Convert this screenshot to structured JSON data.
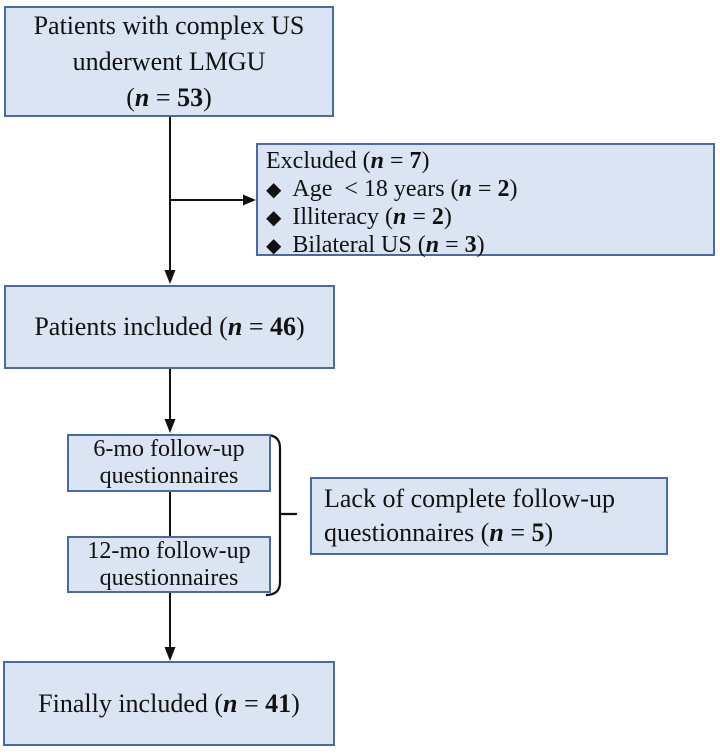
{
  "palette": {
    "box_fill": "#dbe4f2",
    "box_border": "#4a6aa5",
    "connector_color": "#111111",
    "background": "#ffffff"
  },
  "flowchart": {
    "top": {
      "lines": [
        [
          {
            "t": "Patients with complex US",
            "s": ""
          }
        ],
        [
          {
            "t": "underwent LMGU",
            "s": ""
          }
        ],
        [
          {
            "t": "(",
            "s": ""
          },
          {
            "t": "n",
            "s": "bi"
          },
          {
            "t": " = ",
            "s": ""
          },
          {
            "t": "53",
            "s": "b"
          },
          {
            "t": ")",
            "s": ""
          }
        ]
      ]
    },
    "excluded": {
      "header": [
        {
          "t": "Excluded (",
          "s": ""
        },
        {
          "t": "n",
          "s": "bi"
        },
        {
          "t": " = ",
          "s": ""
        },
        {
          "t": "7",
          "s": "b"
        },
        {
          "t": ")",
          "s": ""
        }
      ],
      "items": [
        {
          "bullet": "◆",
          "segments": [
            {
              "t": "Age  < 18 years (",
              "s": ""
            },
            {
              "t": "n",
              "s": "bi"
            },
            {
              "t": " = ",
              "s": ""
            },
            {
              "t": "2",
              "s": "b"
            },
            {
              "t": ")",
              "s": ""
            }
          ]
        },
        {
          "bullet": "◆",
          "segments": [
            {
              "t": "Illiteracy (",
              "s": ""
            },
            {
              "t": "n",
              "s": "bi"
            },
            {
              "t": " = ",
              "s": ""
            },
            {
              "t": "2",
              "s": "b"
            },
            {
              "t": ")",
              "s": ""
            }
          ]
        },
        {
          "bullet": "◆",
          "segments": [
            {
              "t": "Bilateral US (",
              "s": ""
            },
            {
              "t": "n",
              "s": "bi"
            },
            {
              "t": " = ",
              "s": ""
            },
            {
              "t": "3",
              "s": "b"
            },
            {
              "t": ")",
              "s": ""
            }
          ]
        }
      ]
    },
    "included": {
      "line": [
        {
          "t": "Patients included (",
          "s": ""
        },
        {
          "t": "n",
          "s": "bi"
        },
        {
          "t": " = ",
          "s": ""
        },
        {
          "t": "46",
          "s": "b"
        },
        {
          "t": ")",
          "s": ""
        }
      ]
    },
    "six_mo": {
      "lines": [
        [
          {
            "t": "6-mo follow-up",
            "s": ""
          }
        ],
        [
          {
            "t": "questionnaires",
            "s": ""
          }
        ]
      ]
    },
    "twelve_mo": {
      "lines": [
        [
          {
            "t": "12-mo follow-up",
            "s": ""
          }
        ],
        [
          {
            "t": "questionnaires",
            "s": ""
          }
        ]
      ]
    },
    "lack": {
      "lines": [
        [
          {
            "t": "Lack of complete follow-up",
            "s": ""
          }
        ],
        [
          {
            "t": "questionnaires (",
            "s": ""
          },
          {
            "t": "n",
            "s": "bi"
          },
          {
            "t": " = ",
            "s": ""
          },
          {
            "t": "5",
            "s": "b"
          },
          {
            "t": ")",
            "s": ""
          }
        ]
      ]
    },
    "final": {
      "line": [
        {
          "t": "Finally included (",
          "s": ""
        },
        {
          "t": "n",
          "s": "bi"
        },
        {
          "t": " = ",
          "s": ""
        },
        {
          "t": "41",
          "s": "b"
        },
        {
          "t": ")",
          "s": ""
        }
      ]
    }
  }
}
